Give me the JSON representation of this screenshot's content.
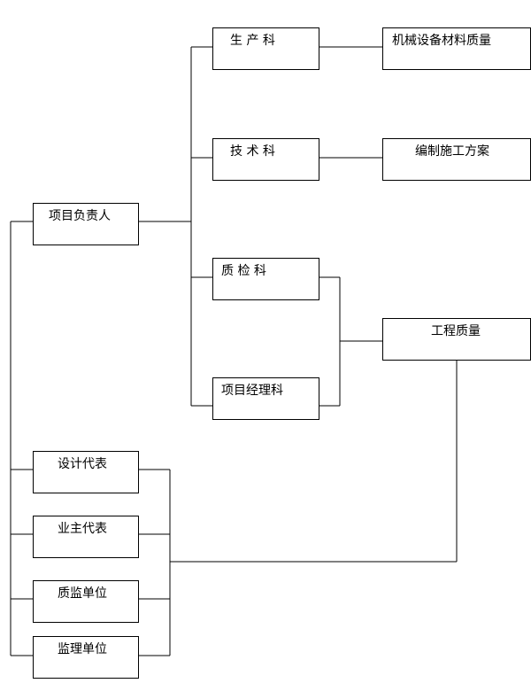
{
  "diagram": {
    "nodes": {
      "project_manager": "项目负责人",
      "production_dept": "生 产 科",
      "technical_dept": "技 术 科",
      "quality_inspection_dept": "质 检 科",
      "project_manager_dept": "项目经理科",
      "machinery_quality": "机械设备材料质量",
      "construction_plan": "编制施工方案",
      "engineering_quality": "工程质量",
      "design_rep": "设计代表",
      "owner_rep": "业主代表",
      "quality_supervision": "质监单位",
      "supervision_unit": "监理单位"
    },
    "line_color": "#000000"
  }
}
